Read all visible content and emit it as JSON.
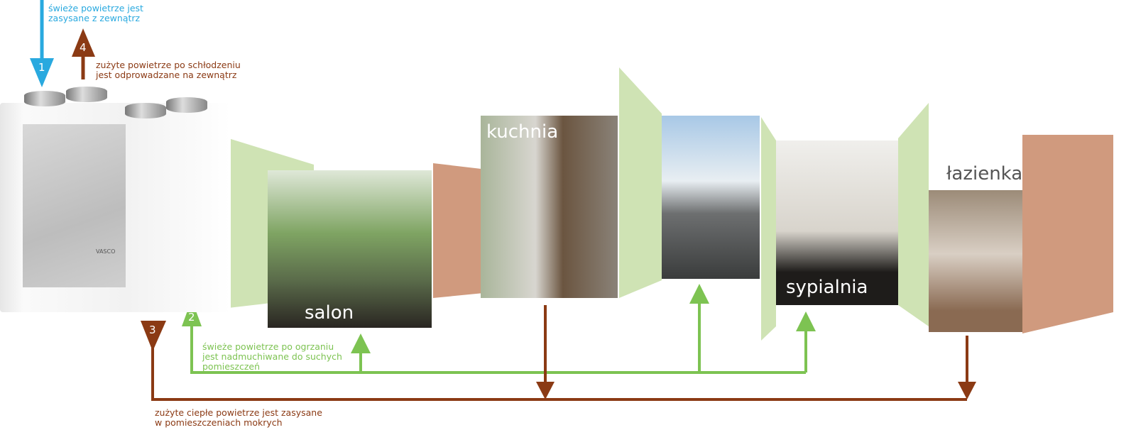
{
  "labels": {
    "step1": "świeże  powietrze jest\nzasysane z zewnątrz",
    "step1_line1": "świeże  powietrze jest",
    "step1_line2": "zasysane z zewnątrz",
    "step4_line1": "zużyte powietrze po schłodzeniu",
    "step4_line2": "jest odprowadzane na zewnątrz",
    "step2_line1": "świeże powietrze po ogrzaniu",
    "step2_line2": "jest nadmuchiwane do suchych",
    "step2_line3": "pomieszczeń",
    "step3_line1": "zużyte ciepłe powietrze jest zasysane",
    "step3_line2": "w pomieszczeniach mokrych"
  },
  "numbers": {
    "n1": "1",
    "n2": "2",
    "n3": "3",
    "n4": "4"
  },
  "rooms": {
    "salon": "salon",
    "kuchnia": "kuchnia",
    "sypialnia": "sypialnia",
    "lazienka": "łazienka"
  },
  "device": {
    "brand": "VASCO"
  },
  "colors": {
    "fresh_outside": "#29a9df",
    "exhaust": "#8b3a14",
    "supply": "#7dc352",
    "supply_zone": "#cfe3b4",
    "extract_zone": "#d09a7e"
  }
}
